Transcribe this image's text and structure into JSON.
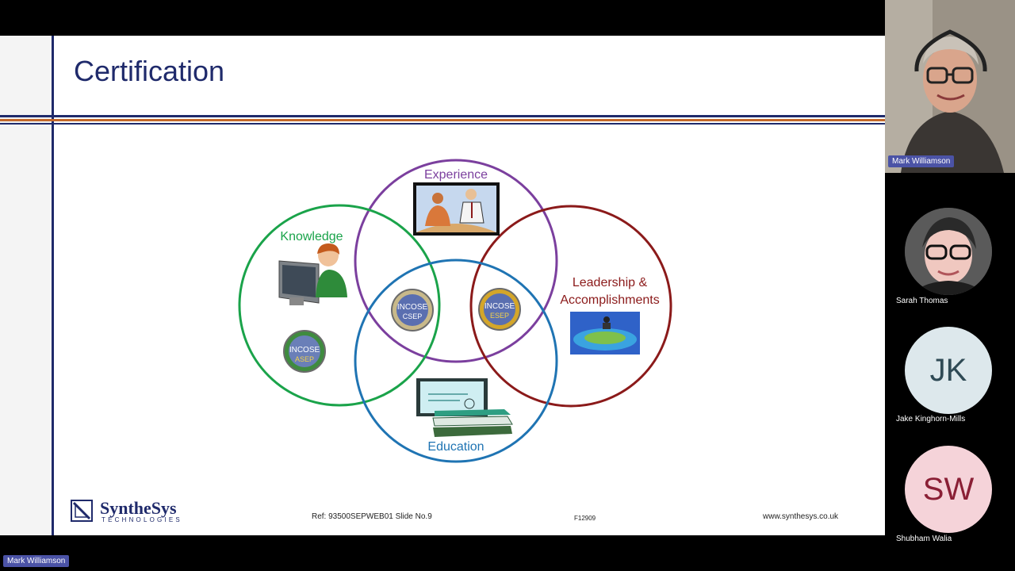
{
  "slide": {
    "title": "Certification",
    "stripe_colors": [
      "#1f2a6b",
      "#c3682a",
      "#1f2a6b"
    ],
    "diagram": {
      "experience_label": "Experience",
      "knowledge_label": "Knowledge",
      "leadership_label_line1": "Leadership &",
      "leadership_label_line2": "Accomplishments",
      "education_label": "Education",
      "badges": [
        {
          "top": "INCOSE",
          "bottom": "CSEP"
        },
        {
          "top": "INCOSE",
          "bottom": "ESEP"
        },
        {
          "top": "INCOSE",
          "bottom": "ASEP"
        }
      ],
      "colors": {
        "experience": "#7b3f9e",
        "knowledge": "#1aa34a",
        "leadership": "#8b1a1a",
        "education": "#1f74b3"
      }
    },
    "footer": {
      "logo_name": "SyntheSys",
      "logo_sub": "TECHNOLOGIES",
      "ref": "Ref:  93500SEPWEB01  Slide No.9",
      "code": "F12909",
      "url": "www.synthesys.co.uk"
    }
  },
  "participants": {
    "main": {
      "name": "Mark Williamson"
    },
    "tiles": [
      {
        "name": "Sarah Thomas",
        "initials": "",
        "bg": "#3b3b3b",
        "fg": "#ffffff"
      },
      {
        "name": "Jake Kinghorn-Mills",
        "initials": "JK",
        "bg": "#dde8ec",
        "fg": "#2f4a55"
      },
      {
        "name": "Shubham Walia",
        "initials": "SW",
        "bg": "#f5d3d9",
        "fg": "#8a1f35"
      }
    ]
  },
  "presenter_tag": "Mark Williamson"
}
